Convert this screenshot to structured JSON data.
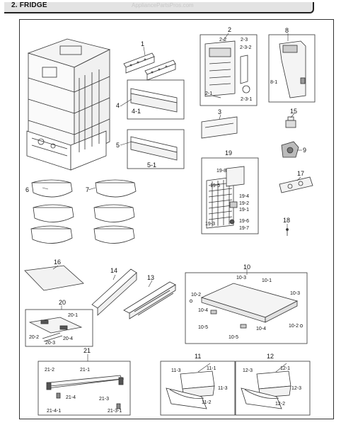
{
  "header": {
    "title": "2. FRIDGE",
    "watermark": "AppliancePartsPros.com"
  },
  "labels": {
    "p1": "1",
    "p2": "2",
    "p2_2": "2-2",
    "p2_3": "2-3",
    "p2_3_2": "2-3-2",
    "p2_1": "2-1",
    "p2_3_1": "2-3-1",
    "p3": "3",
    "p4": "4",
    "p4_1": "4-1",
    "p5": "5",
    "p5_1": "5-1",
    "p6": "6",
    "p7": "7",
    "p8": "8",
    "p8_1": "8-1",
    "p9": "9",
    "p10": "10",
    "p10_1": "10-1",
    "p10_2a": "10-2",
    "p10_2b": "10-2",
    "p10_3a": "10-3",
    "p10_3b": "10-3",
    "p10_4a": "10-4",
    "p10_4b": "10-4",
    "p10_5a": "10-5",
    "p10_5b": "10-5",
    "p11": "11",
    "p11_1": "11-1",
    "p11_2": "11-2",
    "p11_3a": "11-3",
    "p11_3b": "11-3",
    "p12": "12",
    "p12_1": "12-1",
    "p12_2": "12-2",
    "p12_3a": "12-3",
    "p12_3b": "12-3",
    "p13": "13",
    "p14": "14",
    "p15": "15",
    "p16": "16",
    "p17": "17",
    "p18": "18",
    "p19": "19",
    "p19_1": "19-1",
    "p19_2": "19-2",
    "p19_3": "19-3",
    "p19_4": "19-4",
    "p19_5": "19-5",
    "p19_6": "19-6",
    "p19_7": "19-7",
    "p19_8": "19-8",
    "p20": "20",
    "p20_1": "20-1",
    "p20_2": "20-2",
    "p20_3": "20-3",
    "p20_4": "20-4",
    "p21": "21",
    "p21_1": "21-1",
    "p21_2": "21-2",
    "p21_3": "21-3",
    "p21_3_1": "21-3-1",
    "p21_4": "21-4",
    "p21_4_1": "21-4-1"
  }
}
